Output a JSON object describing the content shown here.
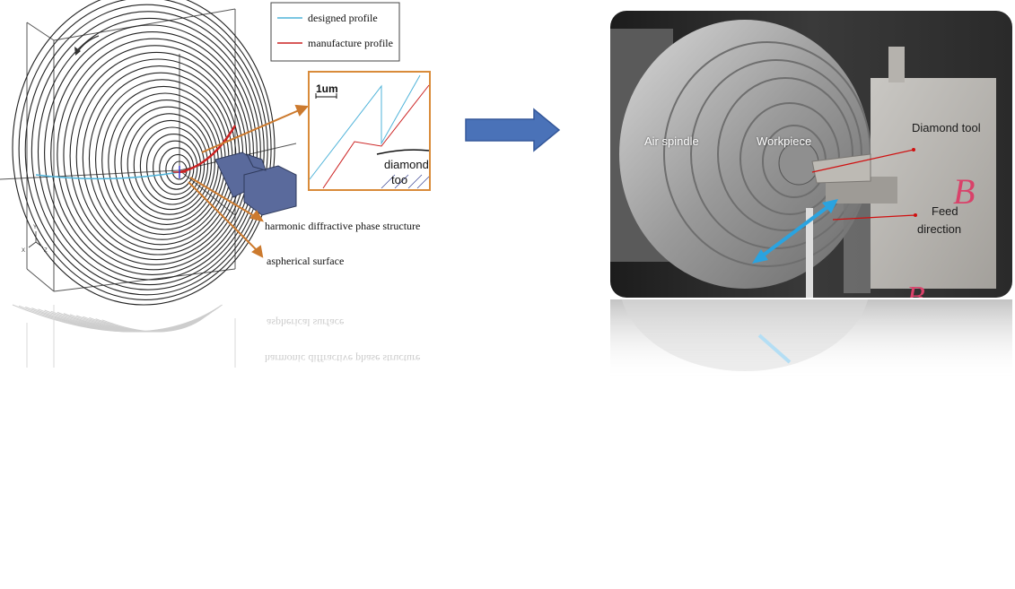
{
  "left_diagram": {
    "legend": {
      "designed_label": "designed profile",
      "manufacture_label": "manufacture profile",
      "designed_color": "#4fb3d9",
      "manufacture_color": "#cc2222"
    },
    "inset": {
      "scale_label": "1um",
      "tool_label_line1": "diamond",
      "tool_label_line2": "too",
      "border_color": "#d98b3a"
    },
    "callouts": {
      "harmonic": "harmonic diffractive phase structure",
      "aspherical": "aspherical surface"
    },
    "axes": {
      "y": "Y",
      "x": "X",
      "z": "Z"
    },
    "reflection": {
      "aspherical": "aspherical surface",
      "harmonic": "harmonic diffractive phase structure"
    }
  },
  "transition_arrow": {
    "color": "#4a72b8",
    "icon": "right-arrow-icon"
  },
  "photo": {
    "labels": {
      "air_spindle": "Air spindle",
      "workpiece": "Workpiece",
      "diamond_tool": "Diamond tool",
      "feed_line1": "Feed",
      "feed_line2": "direction"
    },
    "marker_letter": "B",
    "marker_color": "#d9426a",
    "feed_arrow_color": "#2aa3e0"
  }
}
